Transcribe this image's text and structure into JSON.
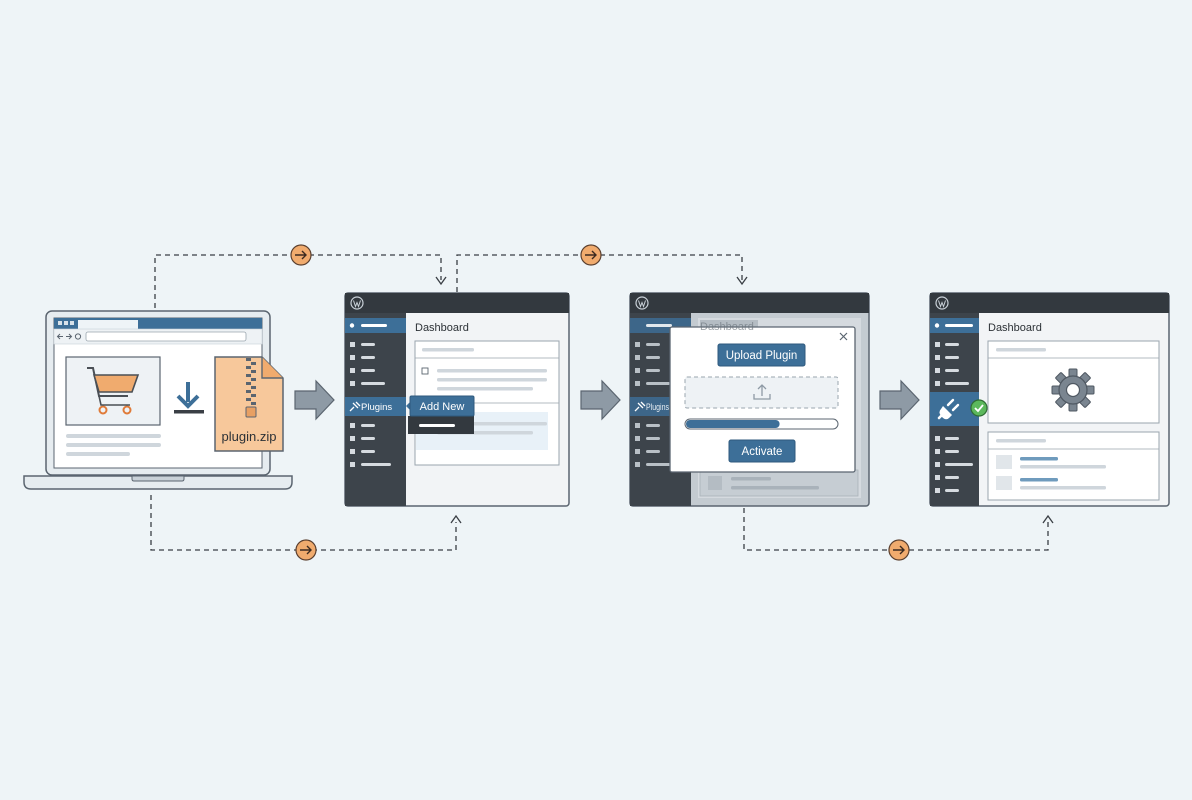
{
  "colors": {
    "background": "#eef4f7",
    "outline": "#5b6570",
    "wp_dark": "#33393f",
    "wp_sidebar": "#3d444b",
    "accent_blue": "#3d6f98",
    "orange": "#f0ab6e",
    "green": "#5cb85c",
    "connector": "#3a3f45",
    "flow_arrow": "#8e9aa5"
  },
  "step1": {
    "zip_label": "plugin.zip",
    "icons": [
      "shopping-cart-icon",
      "download-arrow-icon",
      "zip-file-icon"
    ]
  },
  "step2": {
    "header": "Dashboard",
    "menu_plugins": "Plugins",
    "submenu_add_new": "Add New"
  },
  "step3": {
    "header": "Dashboard",
    "menu_plugins": "Plugins",
    "upload_button": "Upload Plugin",
    "activate_button": "Activate",
    "upload_progress": 0.62
  },
  "step4": {
    "header": "Dashboard",
    "icons": [
      "plug-icon",
      "check-circle-icon",
      "gear-icon"
    ]
  },
  "connectors": {
    "icon": "arrow-right-circle-icon"
  }
}
